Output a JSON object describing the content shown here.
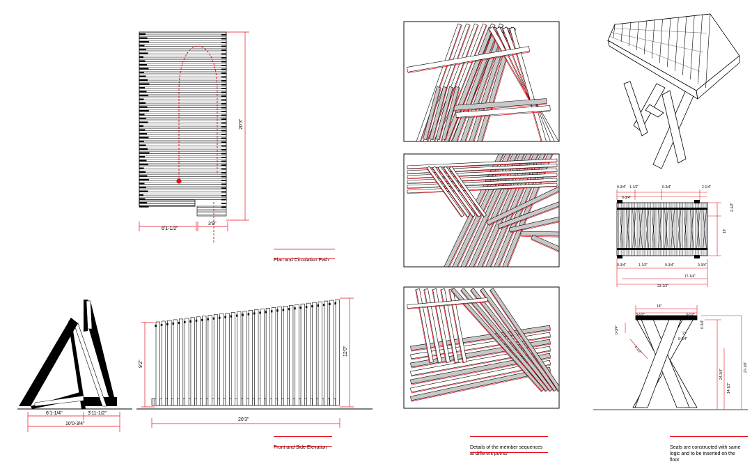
{
  "colors": {
    "accent": "#e8101a",
    "ink": "#000000",
    "paper": "#ffffff",
    "member_fill": "#c8c8c8"
  },
  "captions": {
    "plan": "Plan and Circulation Path",
    "elevation": "Front and Side Elevation",
    "details": "Details of the member sequences\nat different points",
    "seats": "Seats are constructed with same\nlogic and to be inserted on the\nfloor"
  },
  "dimensions": {
    "plan_length": "20'3\"",
    "plan_width": "6'1-1/2\"",
    "plan_opening": "3'9\"",
    "side_base_left": "6'1-1/4\"",
    "side_base_right": "3'11-1/2\"",
    "side_total": "10'0-3/4\"",
    "front_length": "20'3\"",
    "front_height_low": "9'2\"",
    "front_height_high": "12'0\"",
    "seat_top_a": "0-3/4\"",
    "seat_top_b": "1-1/2\"",
    "seat_top_c": "0-3/4\"",
    "seat_top_d": "2-1/4\"",
    "seat_left_edge": "0-3/4\"",
    "seat_height_a": "2-1/2\"",
    "seat_height_b": "18\"",
    "seat_bot_a": "0-3/4\"",
    "seat_bot_b": "1-1/2\"",
    "seat_bot_c": "0-3/4\"",
    "seat_bot_d": "0-3/4\"",
    "seat_span": "17-1/4\"",
    "seat_total": "23-1/2\"",
    "leg_top": "18\"",
    "leg_a": "3-1/2\"",
    "leg_b": "3-1/2\"",
    "leg_c": "0-3/4\"",
    "leg_d": "0-3/4\"",
    "leg_e": "4-1/2\"",
    "leg_f": "2\"",
    "leg_g": "0-3/4\"",
    "leg_h": "24-3/4\"",
    "leg_i": "14-1/2\"",
    "leg_total": "27-1/8\""
  }
}
